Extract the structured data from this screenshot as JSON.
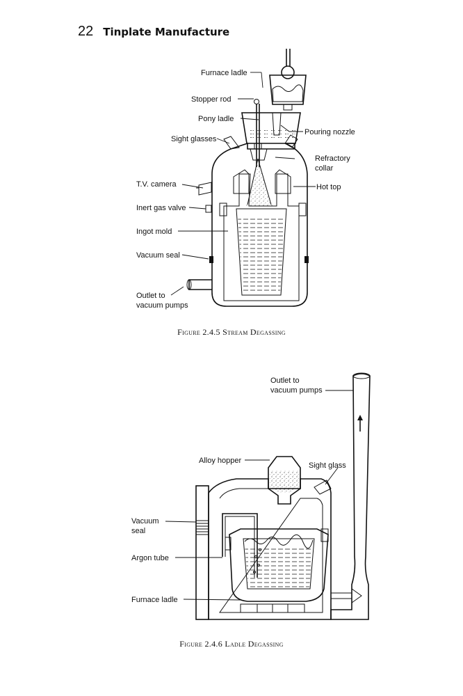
{
  "header": {
    "page_number": "22",
    "running_title": "Tinplate Manufacture"
  },
  "figure1": {
    "caption_prefix": "Figure 2.4.5",
    "caption_title": "Stream Degassing",
    "labels": {
      "furnace_ladle": "Furnace ladle",
      "stopper_rod": "Stopper rod",
      "pony_ladle": "Pony ladle",
      "sight_glasses": "Sight glasses",
      "pouring_nozzle": "Pouring nozzle",
      "refractory": "Refractory",
      "collar": "collar",
      "tv_camera": "T.V. camera",
      "hot_top": "Hot top",
      "inert_gas_valve": "Inert gas valve",
      "ingot_mold": "Ingot mold",
      "vacuum_seal": "Vacuum seal",
      "outlet_to": "Outlet to",
      "vacuum_pumps": "vacuum pumps"
    }
  },
  "figure2": {
    "caption_prefix": "Figure 2.4.6",
    "caption_title": "Ladle Degassing",
    "labels": {
      "outlet_to": "Outlet to",
      "vacuum_pumps": "vacuum pumps",
      "alloy_hopper": "Alloy hopper",
      "sight_glass": "Sight glass",
      "vacuum": "Vacuum",
      "seal": "seal",
      "argon_tube": "Argon tube",
      "furnace_ladle": "Furnace ladle"
    }
  }
}
